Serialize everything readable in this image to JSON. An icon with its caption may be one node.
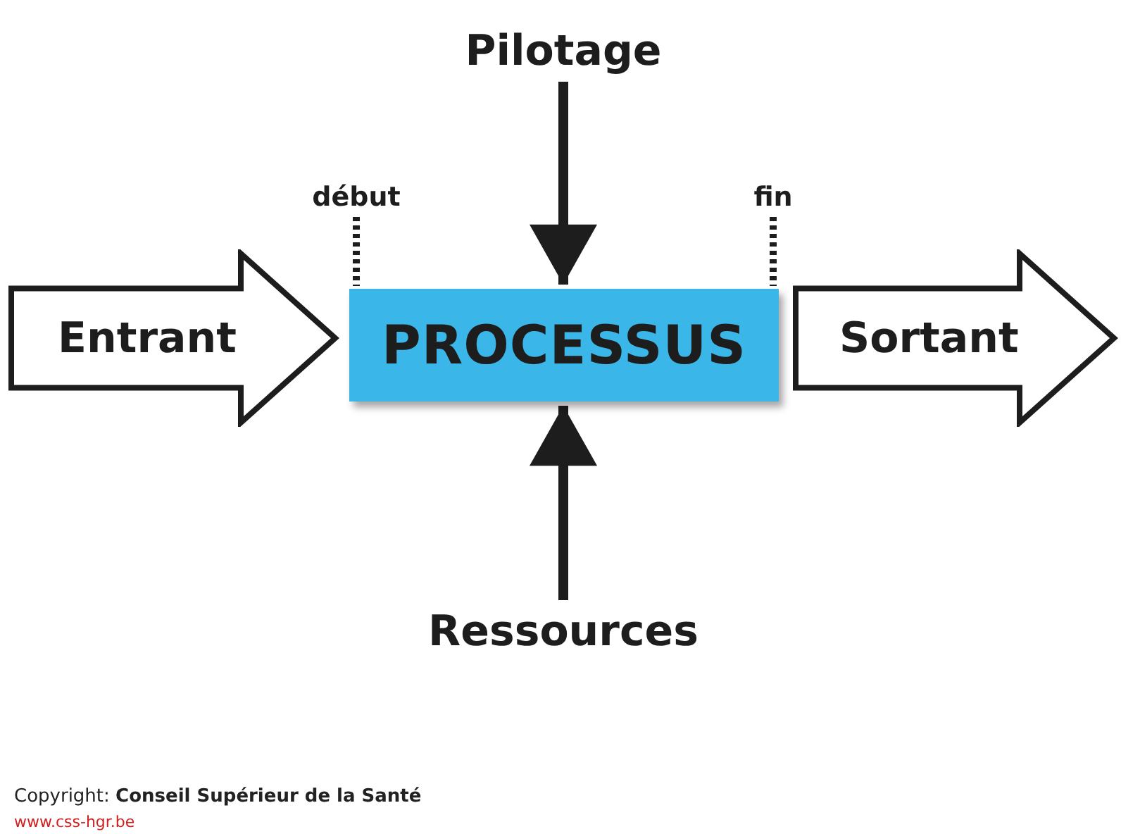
{
  "diagram": {
    "nodes": [
      {
        "text": [
          "Pilotage"
        ]
      },
      {
        "text": [
          "début"
        ]
      },
      {
        "text": [
          "fin"
        ]
      },
      {
        "text": [
          "Entrant"
        ]
      },
      {
        "text": [
          "PROCESSUS"
        ]
      },
      {
        "text": [
          "Sortant"
        ]
      },
      {
        "text": [
          "Ressources"
        ]
      }
    ],
    "edges": [
      {
        "from": 0,
        "to": 4,
        "arrow": "to"
      },
      {
        "from": 6,
        "to": 4,
        "arrow": "to"
      },
      {
        "from": 1,
        "to": 4,
        "arrow": "none",
        "style": "dashed"
      },
      {
        "from": 2,
        "to": 4,
        "arrow": "none",
        "style": "dashed"
      }
    ],
    "labels": [
      "Copyright: **Conseil Supérieur de la Santé**",
      "www.css-hgr.be"
    ]
  }
}
